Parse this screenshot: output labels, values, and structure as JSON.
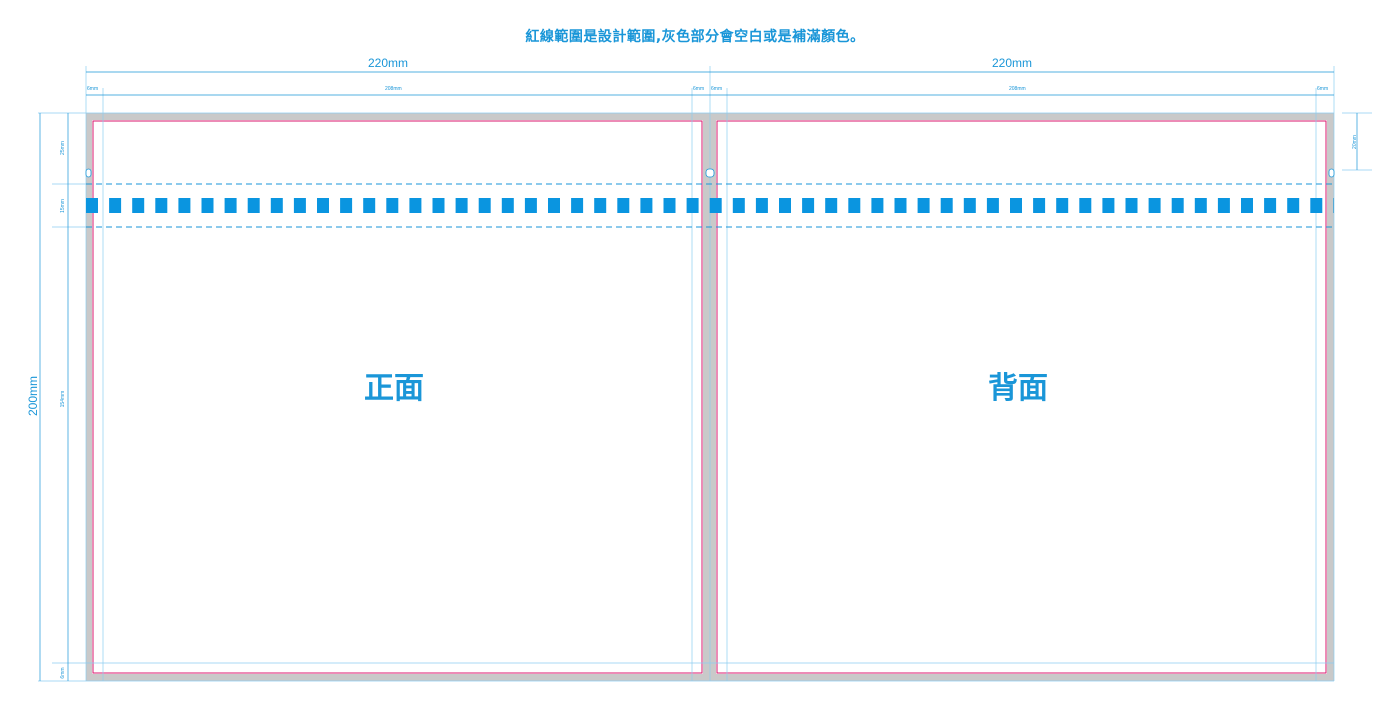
{
  "header": {
    "note": "紅線範圍是設計範圍,灰色部分會空白或是補滿顏色。"
  },
  "dimensions": {
    "width_left": "220mm",
    "width_right": "220mm",
    "bleed_left_1": "6mm",
    "inner_left": "208mm",
    "bleed_left_2": "6mm",
    "bleed_right_1": "6mm",
    "inner_right": "208mm",
    "bleed_right_2": "6mm",
    "total_height": "200mm",
    "seg_top": "25mm",
    "seg_band": "15mm",
    "seg_main": "154mm",
    "seg_bottom": "6mm",
    "right_top": "20mm"
  },
  "panels": {
    "front": "正面",
    "back": "背面"
  },
  "colors": {
    "accent": "#1a96d8",
    "bleed_gray": "#c9c9c9",
    "safe_line": "#d8176e",
    "perforation": "#0a95e0"
  }
}
